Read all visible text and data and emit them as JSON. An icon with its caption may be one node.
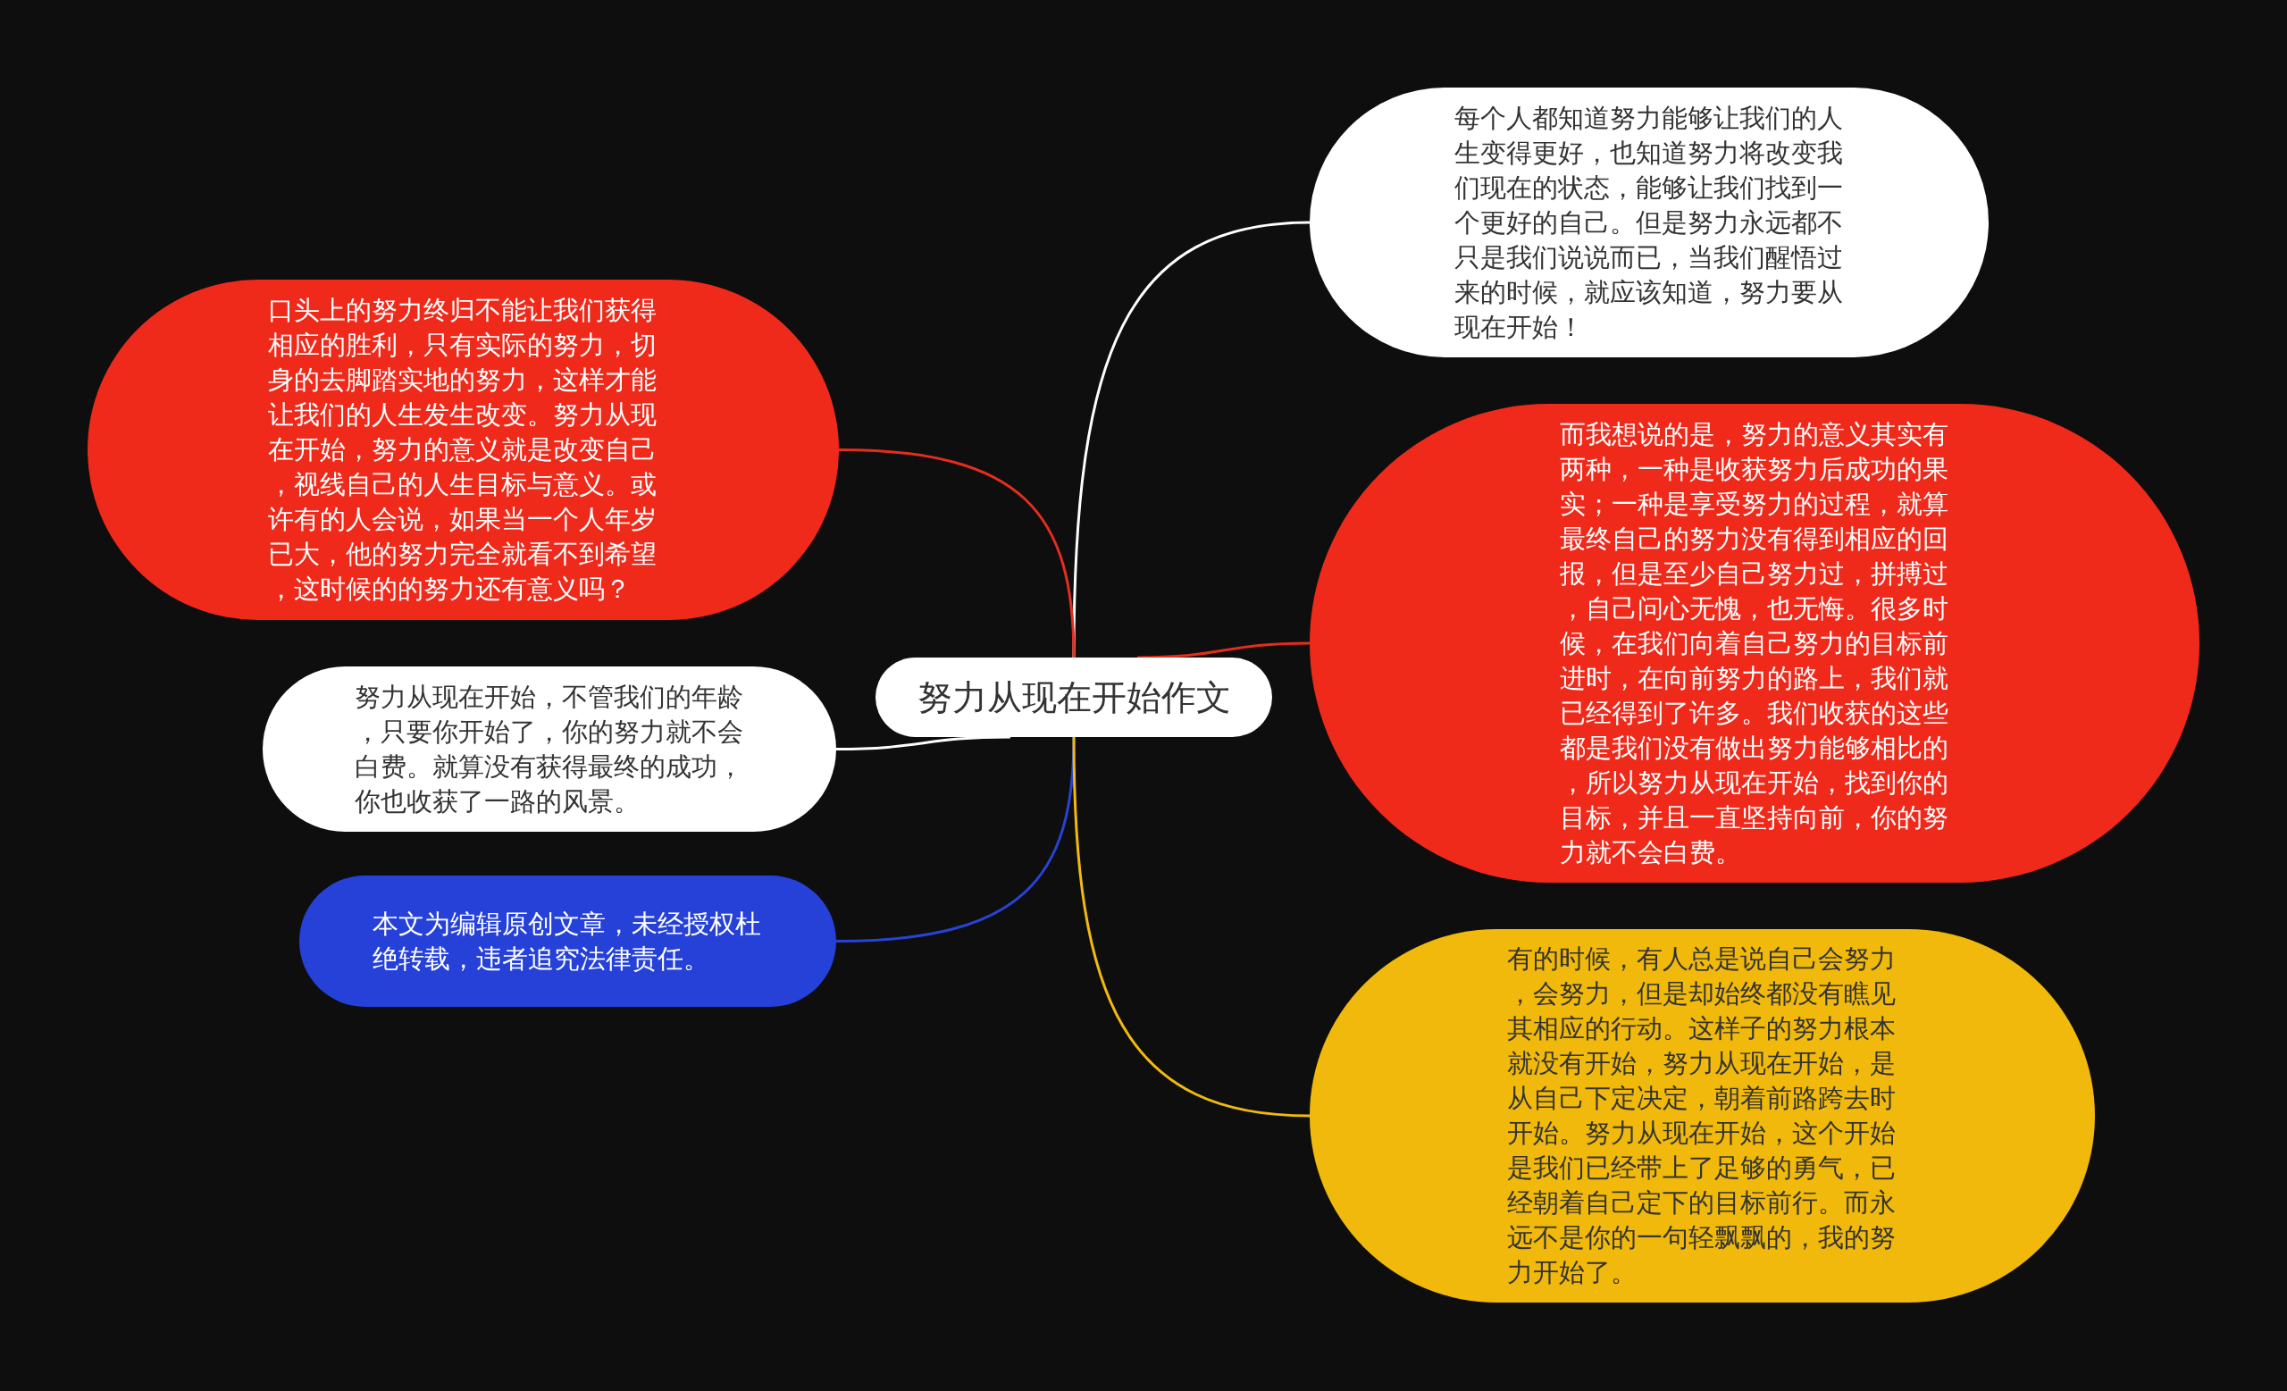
{
  "diagram": {
    "nodes": [
      {
        "text": [
          "努力从现在开始作文"
        ]
      },
      {
        "text": [
          "每个人都知道努力能够让我们的人生变得更好，也知道努力将改变我们现在的状态，能够让我们找到一个更好的自己。但是努力永远都不只是我们说说而已，当我们醒悟过来的时候，就应该知道，努力要从现在开始！"
        ]
      },
      {
        "text": [
          "口头上的努力终归不能让我们获得相应的胜利，只有实际的努力，切身的去脚踏实地的努力，这样才能让我们的人生发生改变。努力从现在开始，努力的意义就是改变自己，视线自己的人生目标与意义。或许有的人会说，如果当一个人年岁已大，他的努力完全就看不到希望，这时候的的努力还有意义吗？"
        ]
      },
      {
        "text": [
          "而我想说的是，努力的意义其实有两种，一种是收获努力后成功的果实；一种是享受努力的过程，就算最终自己的努力没有得到相应的回报，但是至少自己努力过，拼搏过，自己问心无愧，也无悔。很多时候，在我们向着自己努力的目标前进时，在向前努力的路上，我们就已经得到了许多。我们收获的这些都是我们没有做出努力能够相比的，所以努力从现在开始，找到你的目标，并且一直坚持向前，你的努力就不会白费。"
        ]
      },
      {
        "text": [
          "努力从现在开始，不管我们的年龄，只要你开始了，你的努力就不会白费。就算没有获得最终的成功，你也收获了一路的风景。"
        ]
      },
      {
        "text": [
          "本文为编辑原创文章，未经授权杜绝转载，违者追究法律责任。"
        ]
      },
      {
        "text": [
          "有的时候，有人总是说自己会努力，会努力，但是却始终都没有瞧见其相应的行动。这样子的努力根本就没有开始，努力从现在开始，是从自己下定决定，朝着前路跨去时开始。努力从现在开始，这个开始是我们已经带上了足够的勇气，已经朝着自己定下的目标前行。而永远不是你的一句轻飘飘的，我的努力开始了。"
        ]
      }
    ],
    "edges": [
      {
        "from": 0,
        "to": 1,
        "arrow": "none",
        "color": "#ffffff"
      },
      {
        "from": 0,
        "to": 2,
        "arrow": "none",
        "color": "#e42d1f"
      },
      {
        "from": 0,
        "to": 3,
        "arrow": "none",
        "color": "#e42d1f"
      },
      {
        "from": 0,
        "to": 4,
        "arrow": "none",
        "color": "#ffffff"
      },
      {
        "from": 0,
        "to": 5,
        "arrow": "none",
        "color": "#2743d6"
      },
      {
        "from": 0,
        "to": 6,
        "arrow": "none",
        "color": "#f2ba10"
      }
    ]
  }
}
